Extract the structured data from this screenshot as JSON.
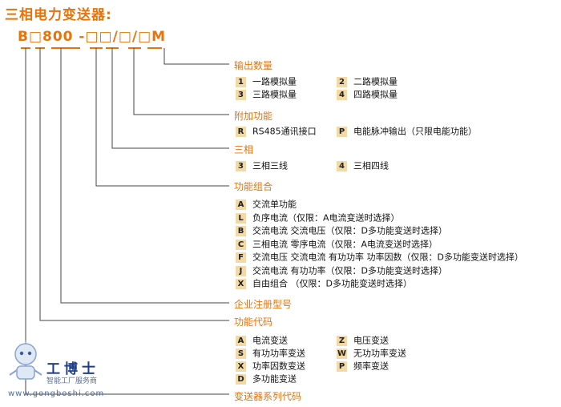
{
  "title": "三相电力变送器:",
  "code": "B□800 -□□/□/□M",
  "sections": {
    "output": {
      "heading": "输出数量",
      "items": [
        {
          "code": "1",
          "label": "一路模拟量"
        },
        {
          "code": "2",
          "label": "二路模拟量"
        },
        {
          "code": "3",
          "label": "三路模拟量"
        },
        {
          "code": "4",
          "label": "四路模拟量"
        }
      ]
    },
    "addon": {
      "heading": "附加功能",
      "items": [
        {
          "code": "R",
          "label": "RS485通讯接口"
        },
        {
          "code": "P",
          "label": "电能脉冲输出（只限电能功能）"
        }
      ]
    },
    "phase": {
      "heading": "三相",
      "items": [
        {
          "code": "3",
          "label": "三相三线"
        },
        {
          "code": "4",
          "label": "三相四线"
        }
      ]
    },
    "combo": {
      "heading": "功能组合",
      "items": [
        {
          "code": "A",
          "label": "交流单功能"
        },
        {
          "code": "L",
          "label": "负序电流（仅限：A电流变送时选择）"
        },
        {
          "code": "B",
          "label": "交流电流  交流电压（仅限：D多功能变送时选择）"
        },
        {
          "code": "C",
          "label": "三相电流  零序电流（仅限：A电流变送时选择）"
        },
        {
          "code": "F",
          "label": "交流电压  交流电流  有功功率  功率因数（仅限：D多功能变送时选择）"
        },
        {
          "code": "J",
          "label": "交流电流  有功功率（仅限：D多功能变送时选择）"
        },
        {
          "code": "X",
          "label": "自由组合  （仅限：D多功能变送时选择）"
        }
      ]
    },
    "reg": {
      "heading": "企业注册型号"
    },
    "func": {
      "heading": "功能代码",
      "items": [
        {
          "code": "A",
          "label": "电流变送"
        },
        {
          "code": "Z",
          "label": "电压变送"
        },
        {
          "code": "S",
          "label": "有功功率变送"
        },
        {
          "code": "W",
          "label": "无功功率变送"
        },
        {
          "code": "X",
          "label": "功率因数变送"
        },
        {
          "code": "P",
          "label": "频率变送"
        },
        {
          "code": "D",
          "label": "多功能变送"
        }
      ]
    },
    "series": {
      "heading": "变送器系列代码"
    }
  },
  "watermark": {
    "brand": "工博士",
    "sub": "智能工厂服务商",
    "url": "www.gongboshi.com"
  },
  "colors": {
    "accent": "#e8730a",
    "badge": "#f3d9a6",
    "line": "#444444"
  }
}
